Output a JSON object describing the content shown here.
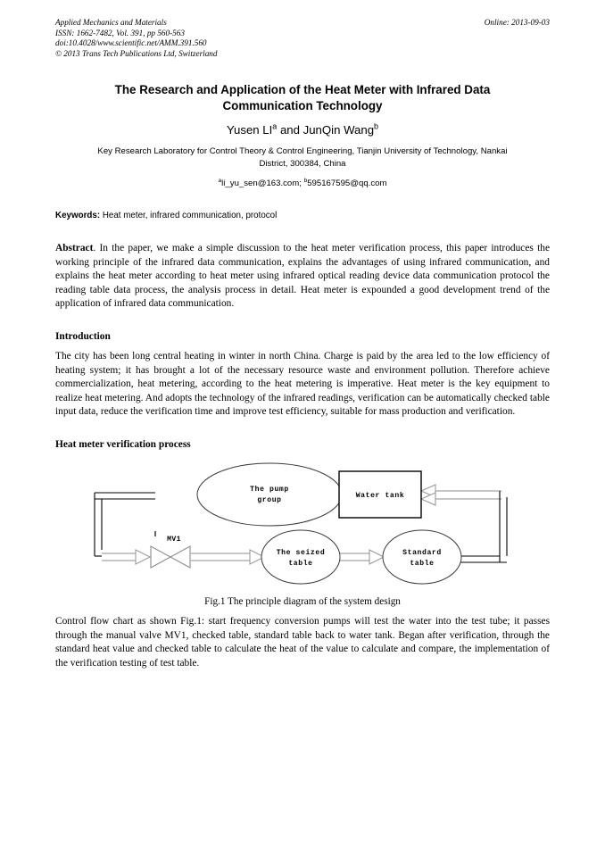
{
  "header": {
    "journal": "Applied Mechanics and Materials",
    "issn": "ISSN: 1662-7482, Vol. 391, pp 560-563",
    "doi": "doi:10.4028/www.scientific.net/AMM.391.560",
    "copyright": "© 2013 Trans Tech Publications Ltd, Switzerland",
    "online": "Online: 2013-09-03"
  },
  "title": "The Research and Application of the Heat Meter with Infrared Data Communication Technology",
  "authors": {
    "name1": "Yusen LI",
    "sup1": "a",
    "conjunction": " and ",
    "name2": "JunQin Wang",
    "sup2": "b"
  },
  "affiliation": "Key Research Laboratory for Control Theory & Control Engineering, Tianjin University of Technology, Nankai District, 300384, China",
  "emails": {
    "sup1": "a",
    "email1": "li_yu_sen@163.com;",
    "sup2": "b",
    "email2": "595167595@qq.com"
  },
  "keywords": {
    "label": "Keywords:",
    "value": " Heat meter, infrared communication, protocol"
  },
  "abstract": {
    "label": "Abstract",
    "text": ". In the paper, we make a simple discussion to the heat meter verification process, this paper introduces the working principle of the infrared data communication, explains the advantages of using infrared communication, and explains the heat meter according to heat meter using infrared optical reading device data communication protocol the reading table data process, the analysis process in detail. Heat meter is expounded a good development trend of the application of infrared data communication."
  },
  "sections": [
    {
      "heading": "Introduction",
      "paragraph": "The city has been long central heating in winter in north China. Charge is paid by the area led to the low efficiency of heating system; it has brought a lot of the necessary resource waste and environment pollution. Therefore achieve commercialization, heat metering, according to the heat metering is imperative. Heat meter is the key equipment to realize heat metering. And adopts the technology of the infrared readings, verification can be automatically checked table input data, reduce the verification time and improve test efficiency, suitable for mass production and verification."
    },
    {
      "heading": "Heat meter verification process",
      "paragraph": "Control flow chart as shown Fig.1: start frequency conversion pumps will test the water into the test tube; it passes through the manual valve MV1, checked table, standard table back to water tank. Began after verification, through the standard heat value and checked table to calculate the heat of the value to calculate and compare, the implementation of the verification testing of test table."
    }
  ],
  "figure": {
    "caption": "Fig.1 The principle diagram of the system design",
    "nodes": {
      "pump_line1": "The pump",
      "pump_line2": "group",
      "water_tank": "Water tank",
      "valve": "MV1",
      "seized_line1": "The seized",
      "seized_line2": "table",
      "standard_line1": "Standard",
      "standard_line2": "table"
    }
  }
}
